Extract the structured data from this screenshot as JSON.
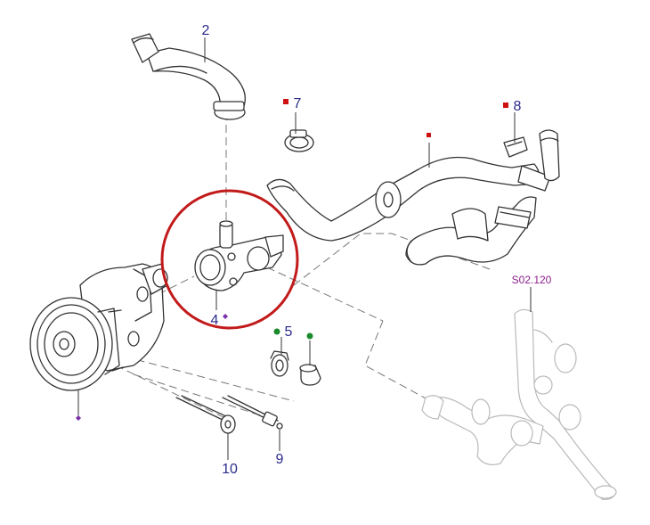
{
  "callouts": {
    "c2": "2",
    "c4": "4",
    "c5": "5",
    "c7": "7",
    "c8": "8",
    "c9": "9",
    "c10": "10",
    "ref": "S02.120"
  },
  "colors": {
    "callout_text": "#2b2b8c",
    "ref_text": "#8b1e8b",
    "marker_red": "#cc1111",
    "marker_green": "#1a8a2a",
    "marker_purple": "#7a2fa8",
    "highlight_circle": "#c21a1a",
    "line": "#333333",
    "faded_line": "#b9b9b9"
  },
  "markers": {
    "c4": "diamond",
    "c5": "dot",
    "c7": "square",
    "c8": "square",
    "pump": "diamond",
    "hose_top": "square",
    "green_right": "dot"
  },
  "highlight": "circle-around-part-4"
}
